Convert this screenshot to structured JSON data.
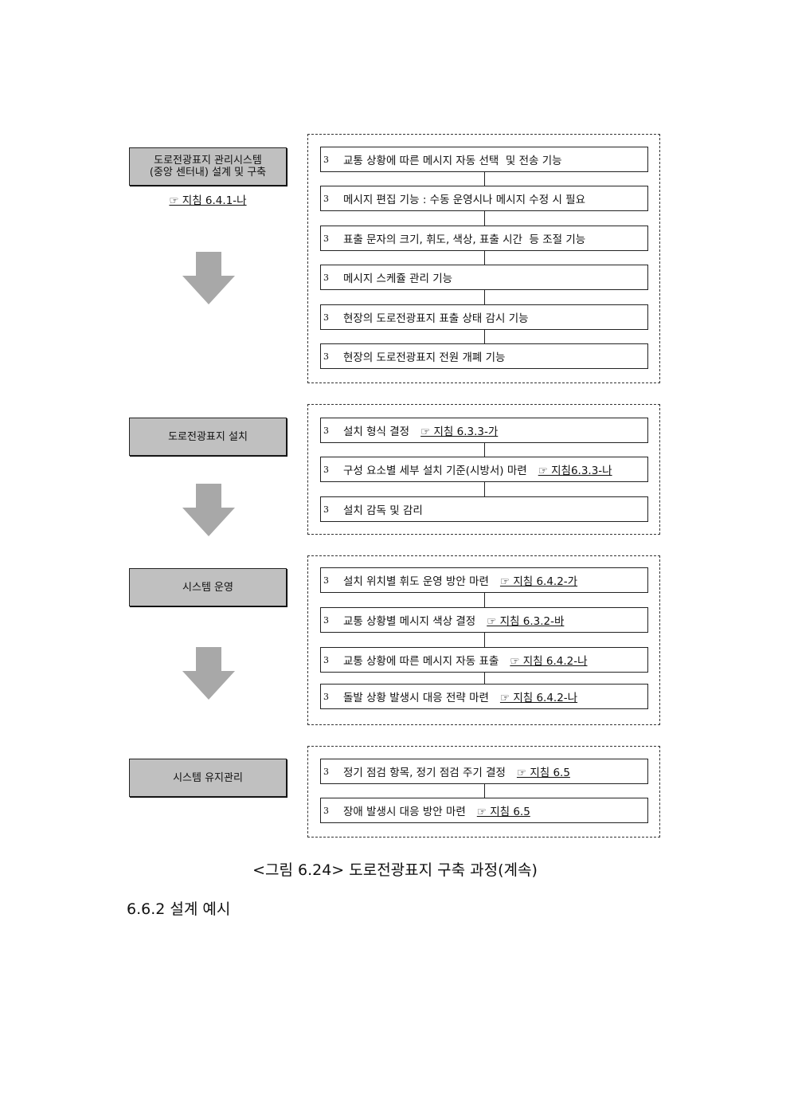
{
  "groups": [
    {
      "stage": "도로전광표지 관리시스템\n(중앙 센터내) 설계 및 구축",
      "stage_ref": "☞ 지침 6.4.1-나",
      "items": [
        {
          "num": "3",
          "text": "교통 상황에 따른 메시지 자동 선택  및 전송 기능",
          "ref": ""
        },
        {
          "num": "3",
          "text": "메시지 편집 기능 : 수동 운영시나 메시지 수정 시 필요",
          "ref": ""
        },
        {
          "num": "3",
          "text": "표출 문자의 크기, 휘도, 색상, 표출 시간  등 조절 기능",
          "ref": ""
        },
        {
          "num": "3",
          "text": "메시지 스케쥴 관리 기능",
          "ref": ""
        },
        {
          "num": "3",
          "text": "현장의 도로전광표지 표출 상태 감시 기능",
          "ref": ""
        },
        {
          "num": "3",
          "text": "현장의 도로전광표지 전원 개폐 기능",
          "ref": ""
        }
      ]
    },
    {
      "stage": "도로전광표지 설치",
      "items": [
        {
          "num": "3",
          "text": "설치 형식 결정",
          "ref": "☞ 지침 6.3.3-가"
        },
        {
          "num": "3",
          "text": "구성 요소별 세부 설치 기준(시방서) 마련",
          "ref": "☞ 지침6.3.3-나"
        },
        {
          "num": "3",
          "text": "설치 감독 및 감리",
          "ref": ""
        }
      ]
    },
    {
      "stage": "시스템 운영",
      "items": [
        {
          "num": "3",
          "text": "설치 위치별 휘도 운영 방안 마련",
          "ref": "☞ 지침 6.4.2-가"
        },
        {
          "num": "3",
          "text": "교통 상황별 메시지 색상 결정",
          "ref": "☞ 지침 6.3.2-바"
        },
        {
          "num": "3",
          "text": "교통 상황에 따른 메시지 자동 표출",
          "ref": "☞ 지침 6.4.2-나"
        },
        {
          "num": "3",
          "text": "돌발 상황 발생시 대응 전략 마련",
          "ref": "☞ 지침 6.4.2-나"
        }
      ]
    },
    {
      "stage": "시스템 유지관리",
      "items": [
        {
          "num": "3",
          "text": "정기 점검 항목, 정기 점검 주기 결정",
          "ref": "☞ 지침 6.5"
        },
        {
          "num": "3",
          "text": "장애 발생시 대응 방안 마련",
          "ref": "☞ 지침 6.5"
        }
      ]
    }
  ],
  "caption": "<그림 6.24> 도로전광표지 구축 과정(계속)",
  "section_heading": "6.6.2 설계 예시",
  "colors": {
    "stage_fill": "#c0c0c0",
    "arrow": "#a8a8a8"
  }
}
